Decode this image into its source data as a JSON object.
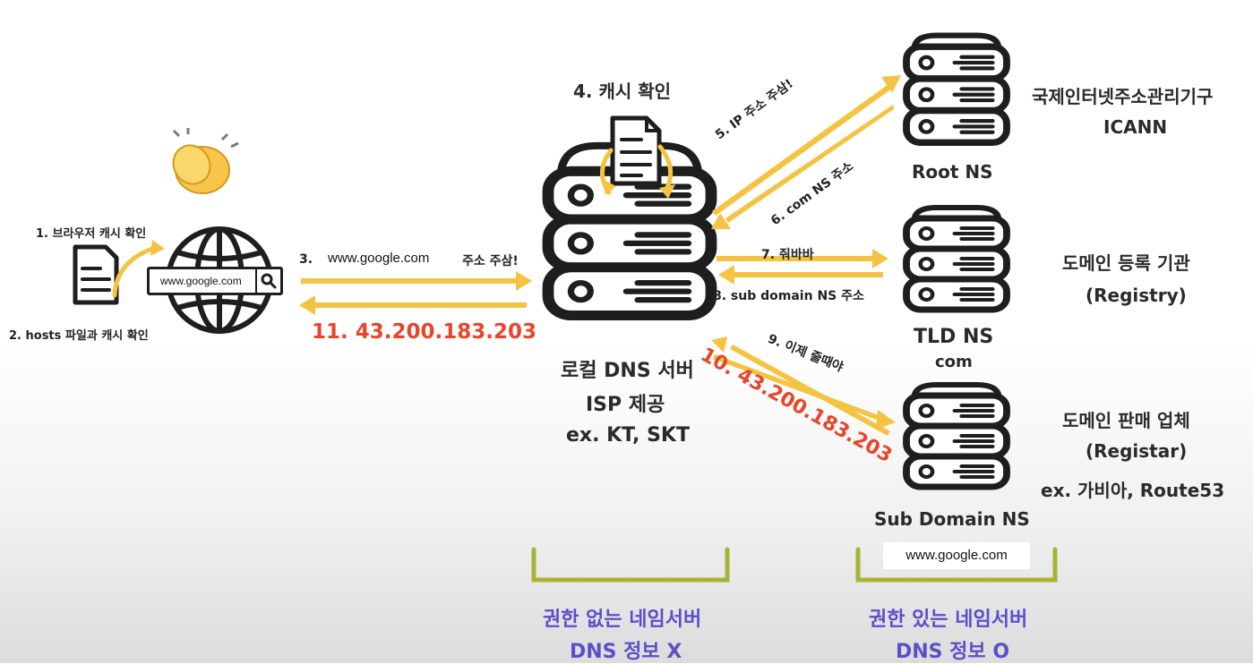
{
  "colors": {
    "arrow": "#f4c342",
    "red_text": "#e8452a",
    "purple_text": "#5b4fc9",
    "ink": "#1e1e1e"
  },
  "client": {
    "step1": "1. 브라우저 캐시 확인",
    "step2": "2. hosts 파일과 캐시 확인",
    "search_text": "www.google.com",
    "clap_icon": "clapping-hands-icon"
  },
  "request": {
    "step3_number": "3.",
    "step3_domain": "www.google.com",
    "step3_tail": "주소 주삼!",
    "step11": "11. 43.200.183.203"
  },
  "local_dns": {
    "cache_label": "4. 캐시 확인",
    "name": "로컬 DNS 서버",
    "provider": "ISP 제공",
    "example": "ex. KT, SKT"
  },
  "exchanges": {
    "step5": "5. IP 주소 주삼!",
    "step6": "6. com NS 주소",
    "step7": "7. 줘바바",
    "step8": "8. sub domain NS 주소",
    "step9": "9. 이제 줄때야",
    "step10": "10. 43.200.183.203"
  },
  "root": {
    "name": "Root NS",
    "org": "국제인터넷주소관리기구",
    "org_en": "ICANN"
  },
  "tld": {
    "name": "TLD NS",
    "sub": "com",
    "org": "도메인 등록 기관",
    "org_en": "(Registry)"
  },
  "sub_domain": {
    "name": "Sub Domain NS",
    "domain_box": "www.google.com",
    "org": "도메인 판매 업체",
    "org_en": "(Registar)",
    "example": "ex. 가비아, Route53"
  },
  "footer": {
    "left_line1": "권한 없는 네임서버",
    "left_line2": "DNS 정보 X",
    "right_line1": "권한 있는 네임서버",
    "right_line2": "DNS 정보 O"
  }
}
